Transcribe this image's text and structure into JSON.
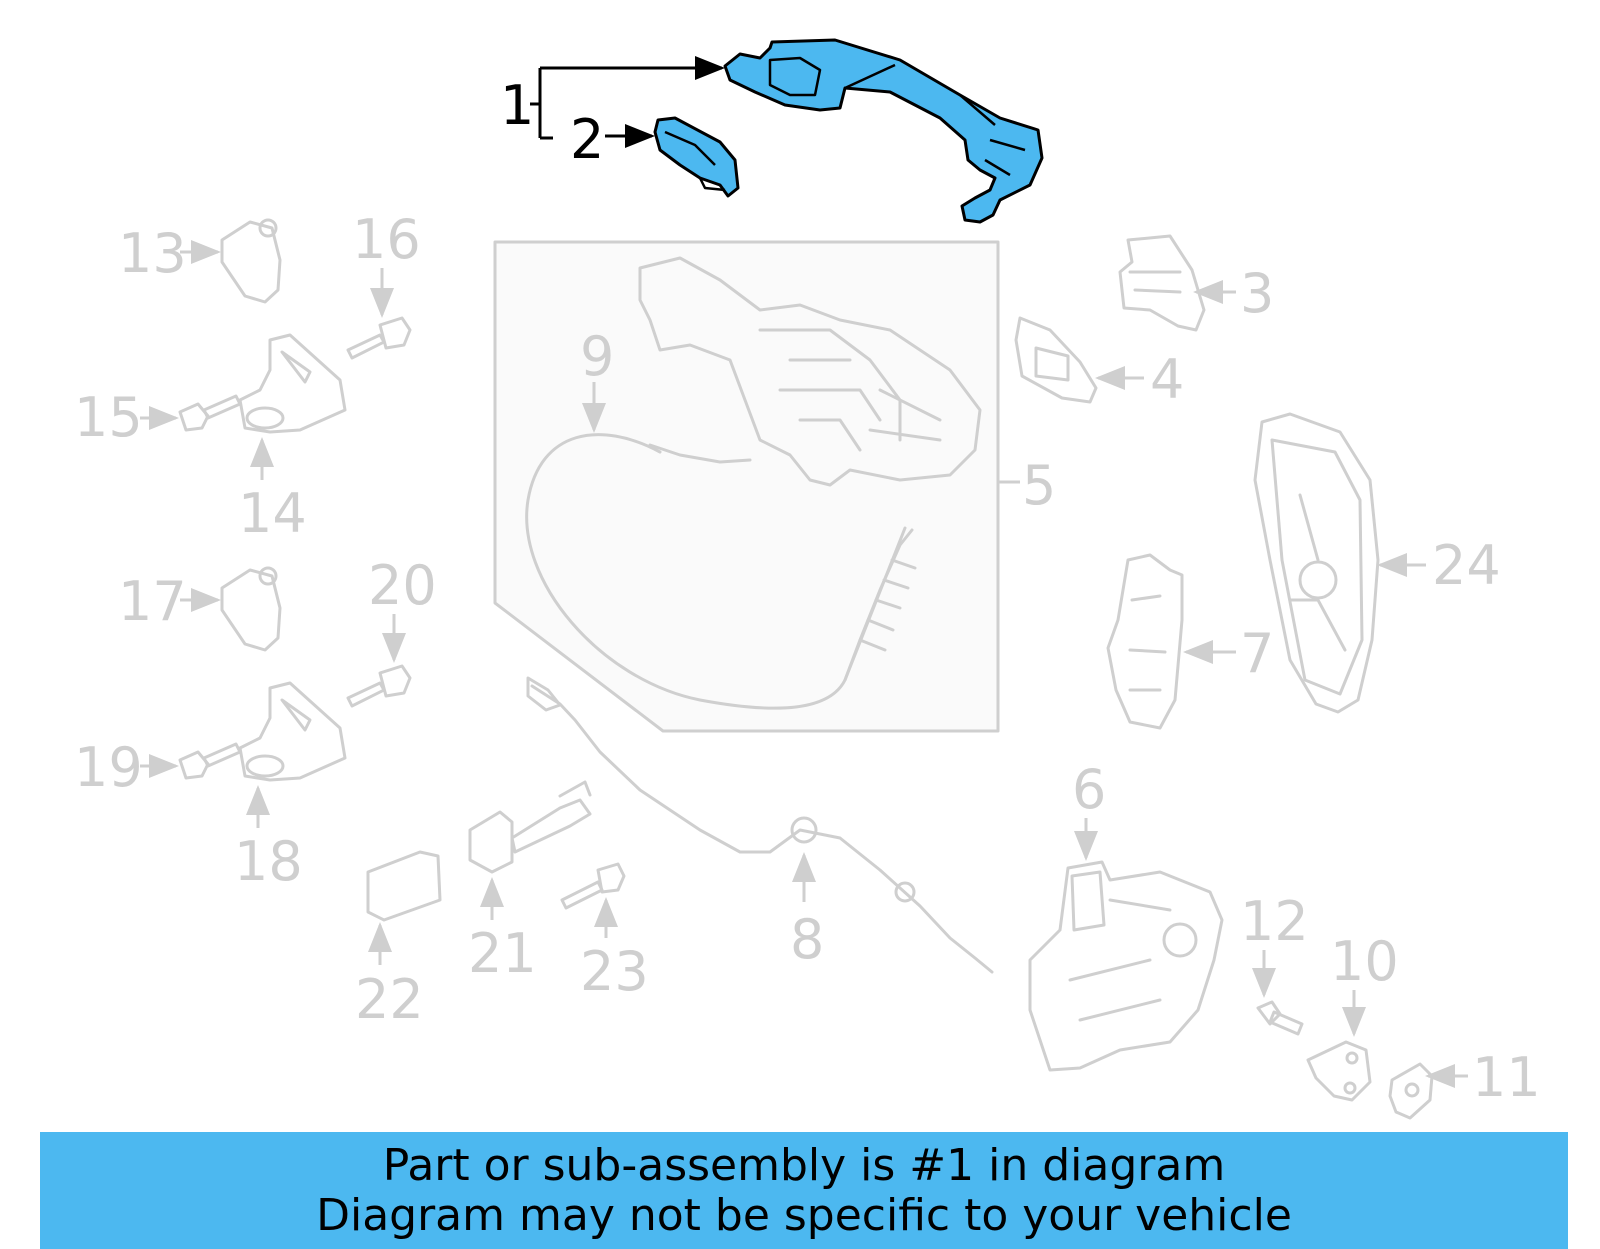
{
  "callouts": {
    "c1": "1",
    "c2": "2",
    "c3": "3",
    "c4": "4",
    "c5": "5",
    "c6": "6",
    "c7": "7",
    "c8": "8",
    "c9": "9",
    "c10": "10",
    "c11": "11",
    "c12": "12",
    "c13": "13",
    "c14": "14",
    "c15": "15",
    "c16": "16",
    "c17": "17",
    "c18": "18",
    "c19": "19",
    "c20": "20",
    "c21": "21",
    "c22": "22",
    "c23": "23",
    "c24": "24"
  },
  "highlighted_part": "1",
  "banner": {
    "line1": "Part or sub-assembly is #1 in diagram",
    "line2": "Diagram may not be specific to your vehicle"
  },
  "colors": {
    "highlight": "#4cb8f0",
    "ghost_parts": "#cfcfcf",
    "banner_bg": "#4cb8f0"
  }
}
